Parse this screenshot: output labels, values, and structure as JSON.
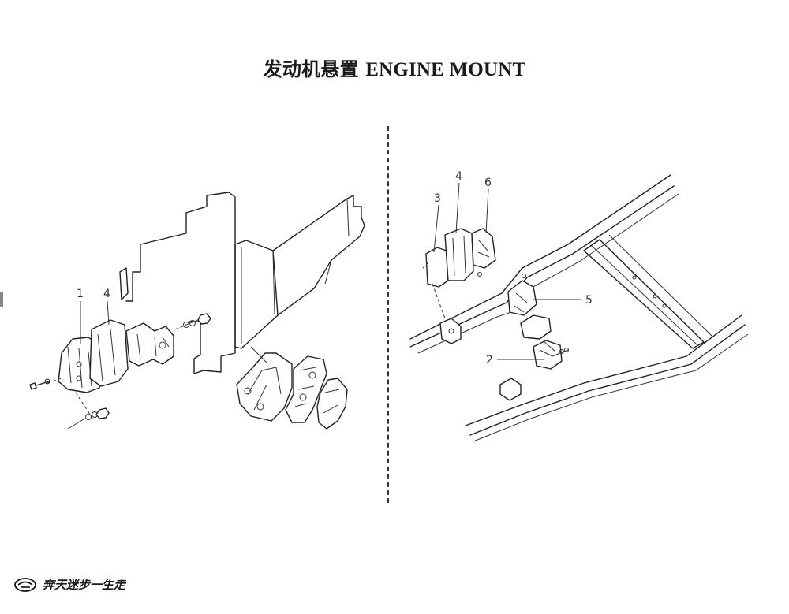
{
  "title": {
    "cn": "发动机悬置",
    "en": "ENGINE MOUNT"
  },
  "left_callouts": [
    "1",
    "4"
  ],
  "right_callouts": [
    "4",
    "6",
    "3",
    "5",
    "2"
  ],
  "footer": {
    "brand_text": "奔天迷步一生走",
    "logo_icon": "company-logo-icon"
  }
}
